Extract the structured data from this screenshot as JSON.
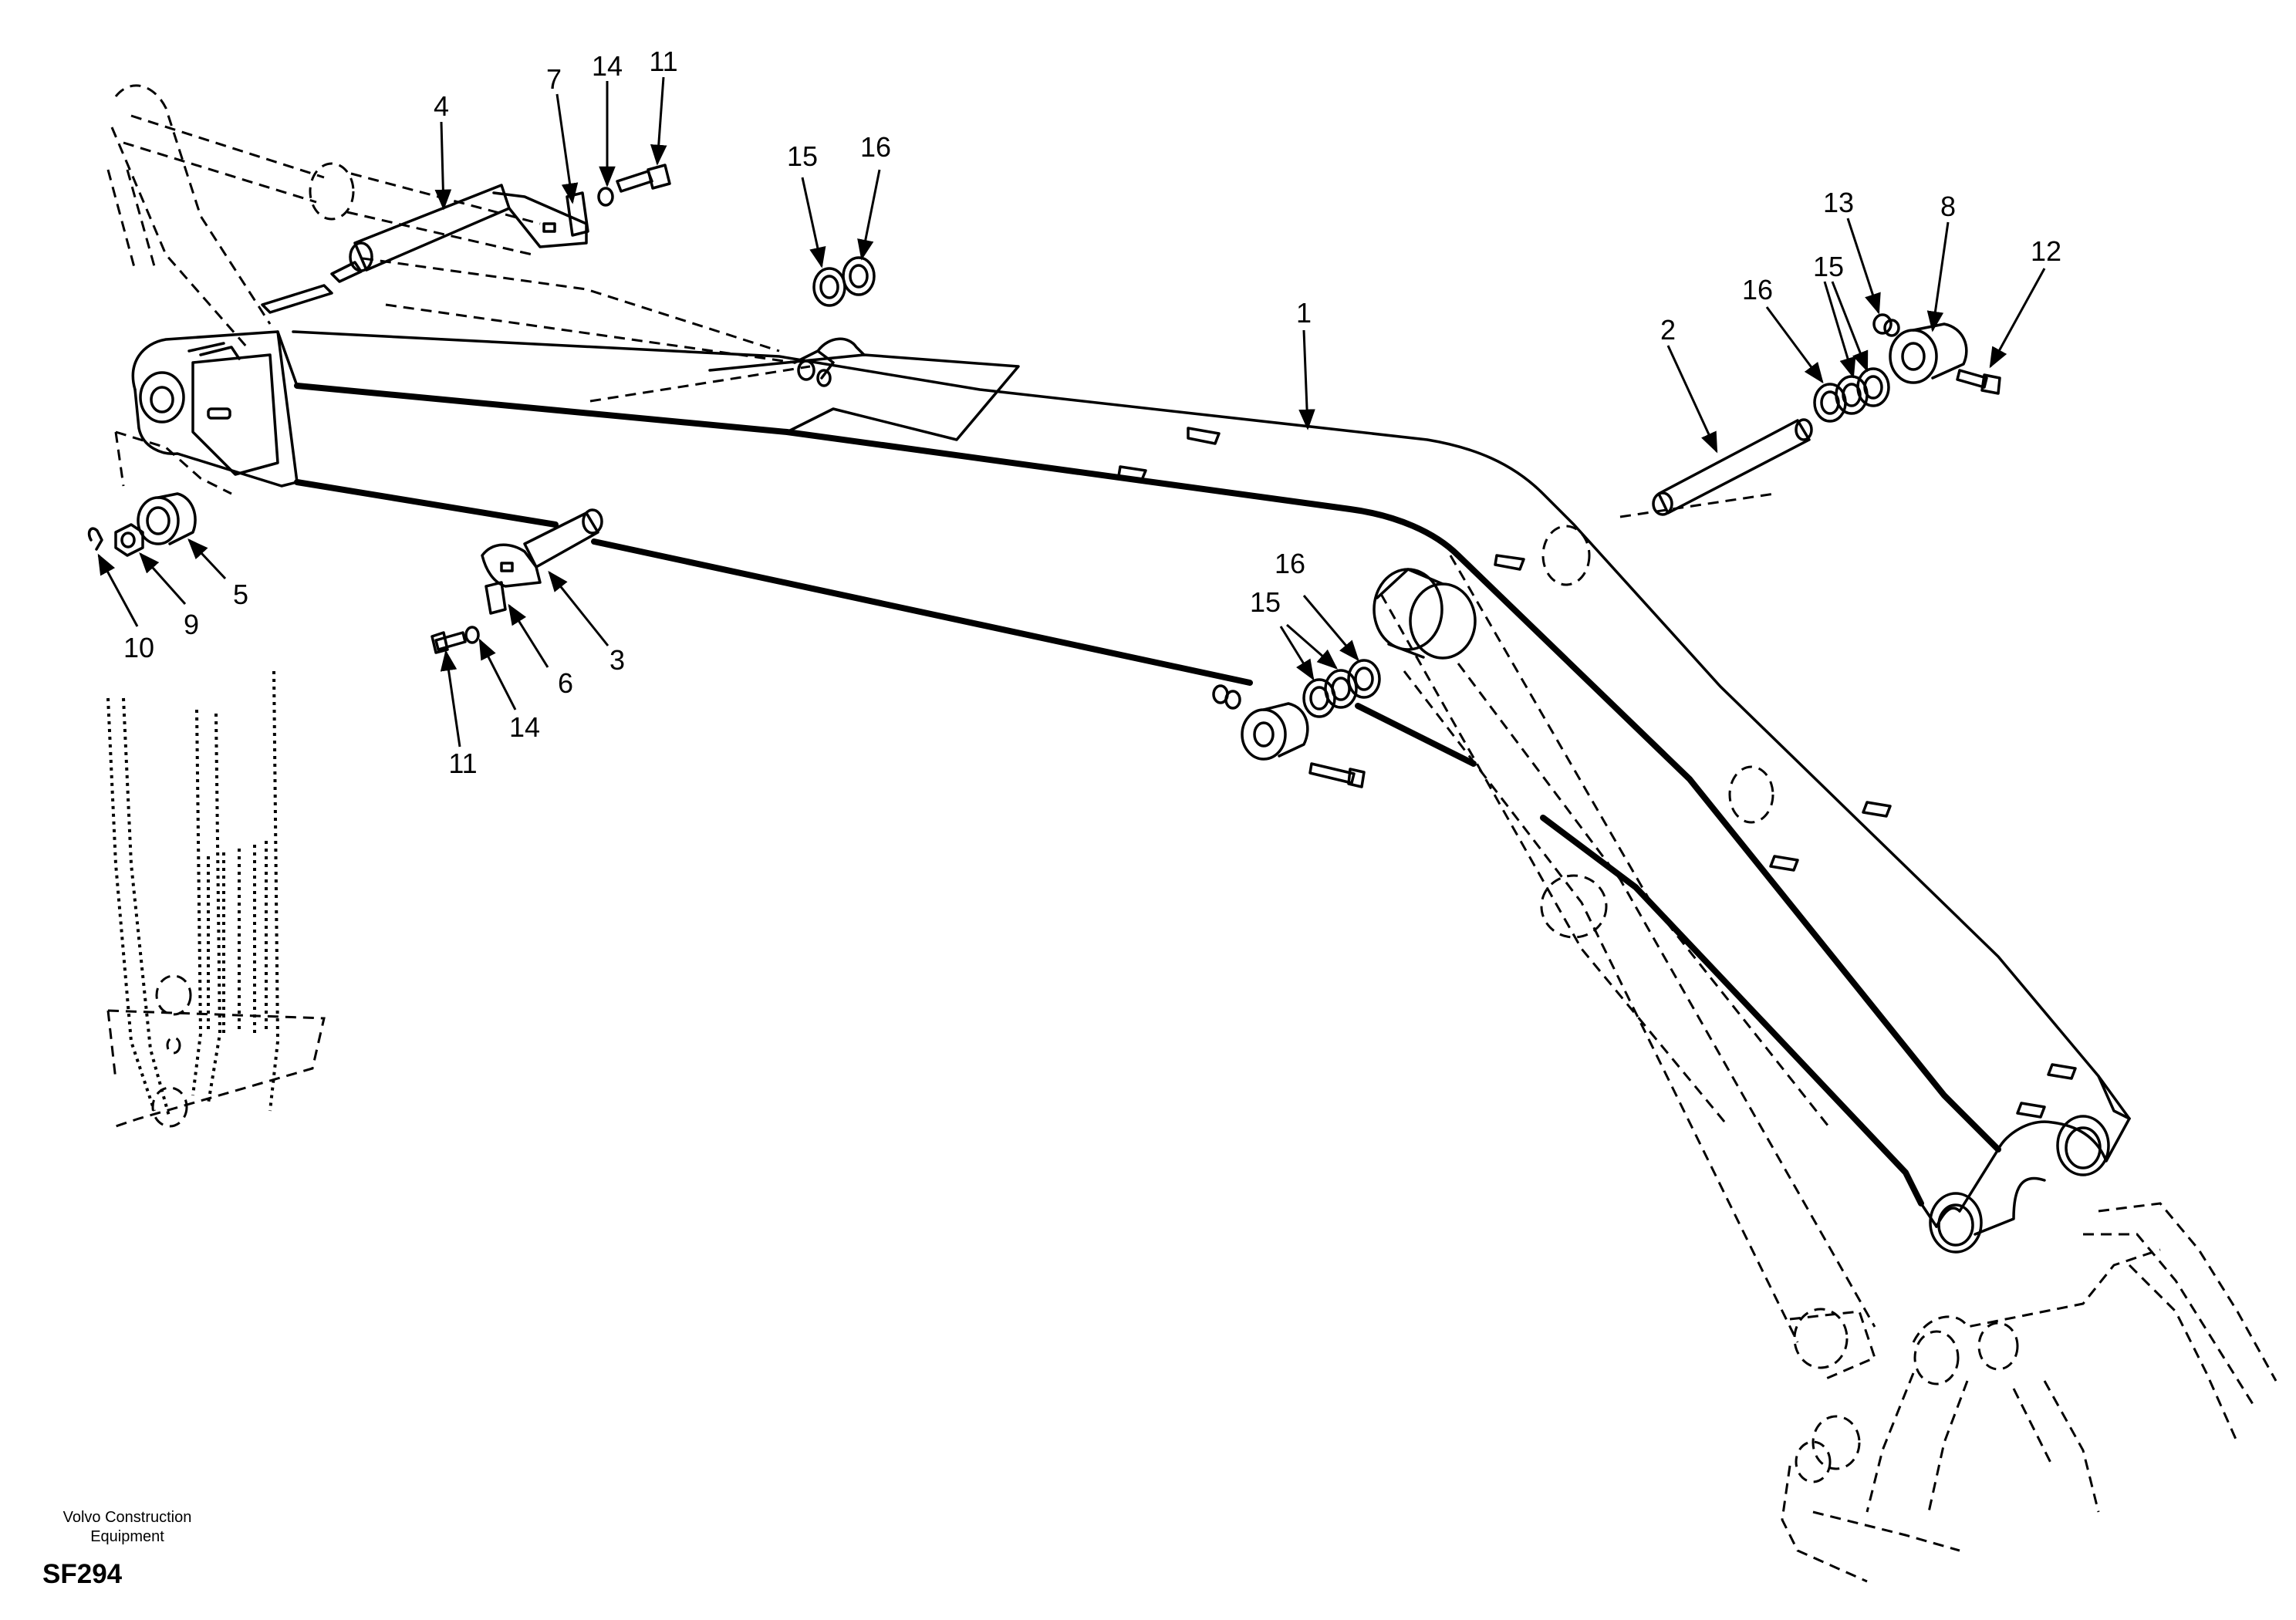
{
  "callouts": [
    {
      "id": "c1",
      "label": "1"
    },
    {
      "id": "c2",
      "label": "2"
    },
    {
      "id": "c3",
      "label": "3"
    },
    {
      "id": "c4",
      "label": "4"
    },
    {
      "id": "c5",
      "label": "5"
    },
    {
      "id": "c6",
      "label": "6"
    },
    {
      "id": "c7",
      "label": "7"
    },
    {
      "id": "c8",
      "label": "8"
    },
    {
      "id": "c9",
      "label": "9"
    },
    {
      "id": "c10",
      "label": "10"
    },
    {
      "id": "c11a",
      "label": "11"
    },
    {
      "id": "c11b",
      "label": "11"
    },
    {
      "id": "c12",
      "label": "12"
    },
    {
      "id": "c13",
      "label": "13"
    },
    {
      "id": "c14a",
      "label": "14"
    },
    {
      "id": "c14b",
      "label": "14"
    },
    {
      "id": "c15a",
      "label": "15"
    },
    {
      "id": "c15b",
      "label": "15"
    },
    {
      "id": "c15c",
      "label": "15"
    },
    {
      "id": "c16a",
      "label": "16"
    },
    {
      "id": "c16b",
      "label": "16"
    },
    {
      "id": "c16c",
      "label": "16"
    }
  ],
  "footer": {
    "company_line1": "Volvo Construction",
    "company_line2": "Equipment",
    "drawing_code": "SF294"
  }
}
